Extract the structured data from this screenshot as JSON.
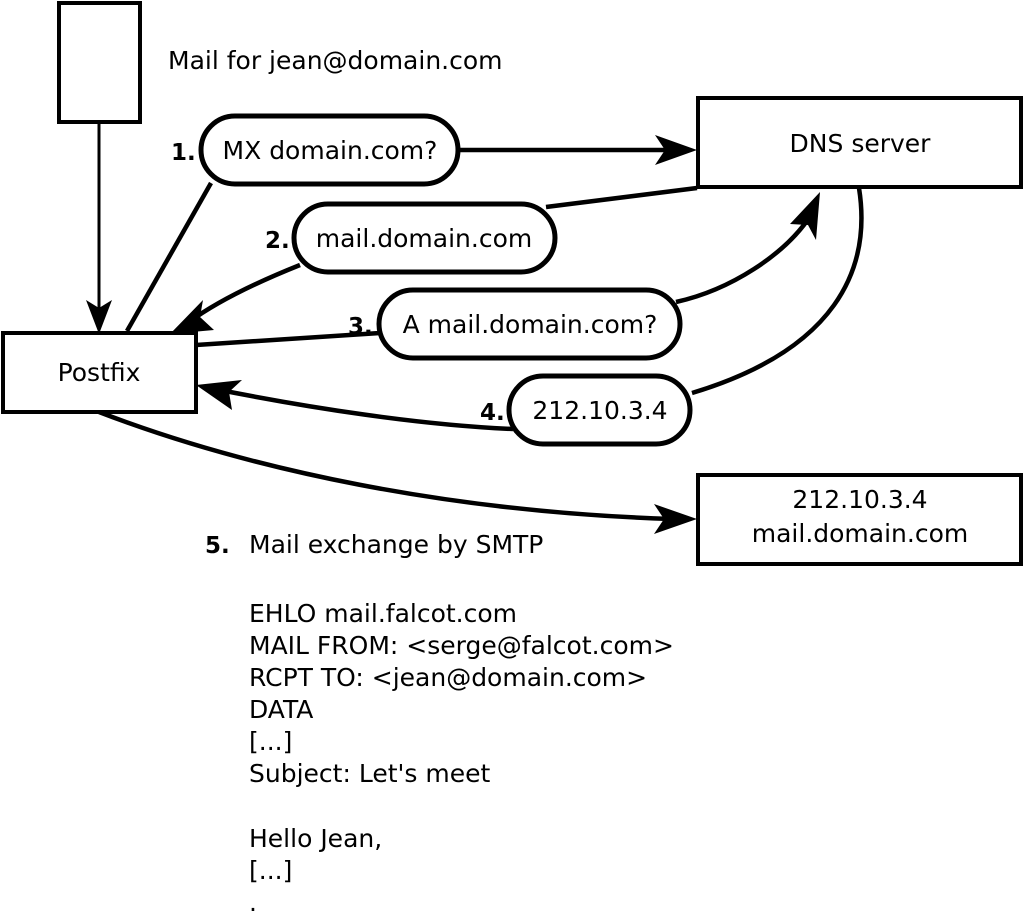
{
  "diagram": {
    "title": "Mail for jean@domain.com",
    "nodes": [
      {
        "id": "sender-client",
        "label": "",
        "kind": "rect"
      },
      {
        "id": "postfix",
        "label": "Postfix",
        "kind": "rect"
      },
      {
        "id": "dns-server",
        "label": "DNS server",
        "kind": "rect"
      },
      {
        "id": "target-server",
        "label_line1": "212.10.3.4",
        "label_line2": "mail.domain.com",
        "kind": "rect"
      }
    ],
    "steps": [
      {
        "num": "1.",
        "label": "MX domain.com?"
      },
      {
        "num": "2.",
        "label": "mail.domain.com"
      },
      {
        "num": "3.",
        "label": "A mail.domain.com?"
      },
      {
        "num": "4.",
        "label": "212.10.3.4"
      },
      {
        "num": "5.",
        "label": "Mail exchange by SMTP"
      }
    ],
    "transcript": [
      "EHLO mail.falcot.com",
      "MAIL FROM: <serge@falcot.com>",
      "RCPT TO: <jean@domain.com>",
      "DATA",
      "[...]",
      "Subject: Let's meet",
      "",
      "Hello Jean,",
      "[...]",
      "."
    ],
    "colors": {
      "stroke": "#000000",
      "fill": "#ffffff",
      "background": "#ffffff"
    }
  }
}
